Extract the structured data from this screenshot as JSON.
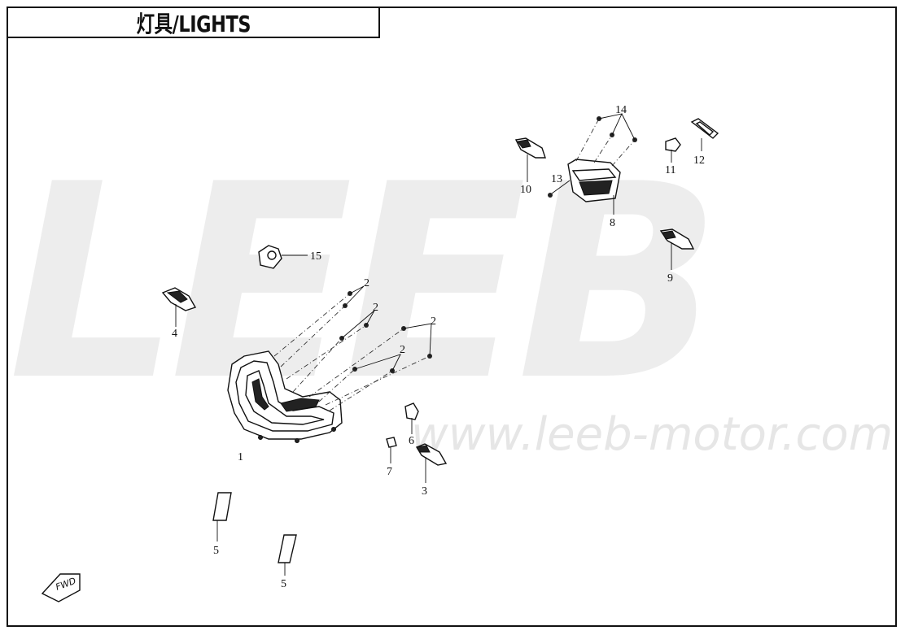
{
  "title": "灯具/LIGHTS",
  "watermark": {
    "logo": "LEEB",
    "url": "www.leeb-motor.com"
  },
  "compass_label": "FWD",
  "callouts": {
    "c1": "1",
    "c2a": "2",
    "c2b": "2",
    "c2c": "2",
    "c2d": "2",
    "c3": "3",
    "c4": "4",
    "c5a": "5",
    "c5b": "5",
    "c6": "6",
    "c7": "7",
    "c8": "8",
    "c9": "9",
    "c10": "10",
    "c11": "11",
    "c12": "12",
    "c13": "13",
    "c14": "14",
    "c15": "15"
  }
}
